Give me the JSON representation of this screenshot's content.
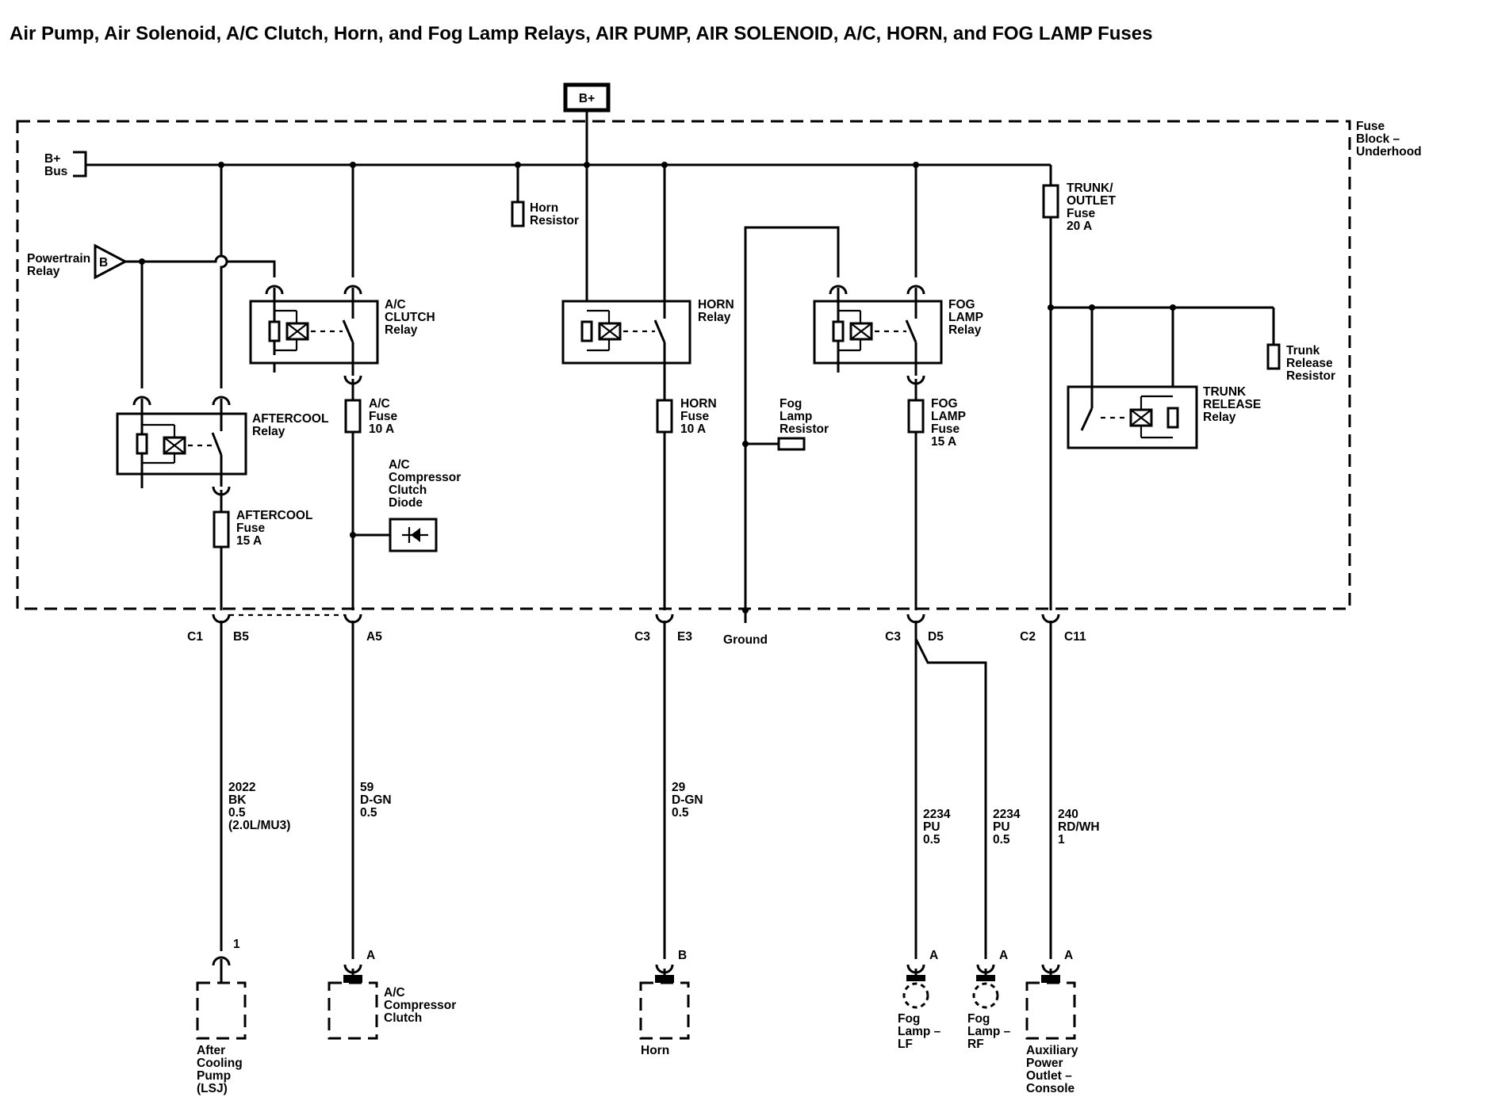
{
  "title": "Air Pump, Air Solenoid, A/C Clutch, Horn, and Fog Lamp Relays, AIR PUMP, AIR SOLENOID, A/C, HORN, and FOG LAMP Fuses",
  "source": {
    "label": "B+"
  },
  "fuse_block": {
    "l1": "Fuse",
    "l2": "Block –",
    "l3": "Underhood"
  },
  "bus": {
    "l1": "B+",
    "l2": "Bus"
  },
  "powertrain_relay": {
    "l1": "Powertrain",
    "l2": "Relay",
    "tag": "B"
  },
  "horn_resistor": {
    "l1": "Horn",
    "l2": "Resistor"
  },
  "fog_lamp_resistor": {
    "l1": "Fog",
    "l2": "Lamp",
    "l3": "Resistor"
  },
  "trunk_release_resistor": {
    "l1": "Trunk",
    "l2": "Release",
    "l3": "Resistor"
  },
  "relays": {
    "ac_clutch": {
      "l1": "A/C",
      "l2": "CLUTCH",
      "l3": "Relay"
    },
    "aftercool": {
      "l1": "AFTERCOOL",
      "l2": "Relay"
    },
    "horn": {
      "l1": "HORN",
      "l2": "Relay"
    },
    "fog_lamp": {
      "l1": "FOG",
      "l2": "LAMP",
      "l3": "Relay"
    },
    "trunk_release": {
      "l1": "TRUNK",
      "l2": "RELEASE",
      "l3": "Relay"
    }
  },
  "fuses": {
    "trunk_outlet": {
      "l1": "TRUNK/",
      "l2": "OUTLET",
      "l3": "Fuse",
      "l4": "20 A"
    },
    "ac": {
      "l1": "A/C",
      "l2": "Fuse",
      "l3": "10 A"
    },
    "horn": {
      "l1": "HORN",
      "l2": "Fuse",
      "l3": "10 A"
    },
    "fog_lamp": {
      "l1": "FOG",
      "l2": "LAMP",
      "l3": "Fuse",
      "l4": "15 A"
    },
    "aftercool": {
      "l1": "AFTERCOOL",
      "l2": "Fuse",
      "l3": "15 A"
    }
  },
  "diode": {
    "l1": "A/C",
    "l2": "Compressor",
    "l3": "Clutch",
    "l4": "Diode"
  },
  "connectors": {
    "c1": "C1",
    "b5": "B5",
    "a5": "A5",
    "c3a": "C3",
    "e3": "E3",
    "ground": "Ground",
    "c3b": "C3",
    "d5": "D5",
    "c2": "C2",
    "c11": "C11"
  },
  "wires": {
    "w2022": {
      "l1": "2022",
      "l2": "BK",
      "l3": "0.5",
      "l4": "(2.0L/MU3)"
    },
    "w59": {
      "l1": "59",
      "l2": "D-GN",
      "l3": "0.5"
    },
    "w29": {
      "l1": "29",
      "l2": "D-GN",
      "l3": "0.5"
    },
    "w2234a": {
      "l1": "2234",
      "l2": "PU",
      "l3": "0.5"
    },
    "w2234b": {
      "l1": "2234",
      "l2": "PU",
      "l3": "0.5"
    },
    "w240": {
      "l1": "240",
      "l2": "RD/WH",
      "l3": "1"
    }
  },
  "components": {
    "after_cooling_pump": {
      "pin": "1",
      "l1": "After",
      "l2": "Cooling",
      "l3": "Pump",
      "l4": "(LSJ)"
    },
    "ac_compressor_clutch": {
      "pin": "A",
      "l1": "A/C",
      "l2": "Compressor",
      "l3": "Clutch"
    },
    "horn": {
      "pin": "B",
      "l1": "Horn"
    },
    "fog_lamp_lf": {
      "pin": "A",
      "l1": "Fog",
      "l2": "Lamp –",
      "l3": "LF"
    },
    "fog_lamp_rf": {
      "pin": "A",
      "l1": "Fog",
      "l2": "Lamp –",
      "l3": "RF"
    },
    "aux_power_outlet": {
      "pin": "A",
      "l1": "Auxiliary",
      "l2": "Power",
      "l3": "Outlet –",
      "l4": "Console"
    }
  }
}
